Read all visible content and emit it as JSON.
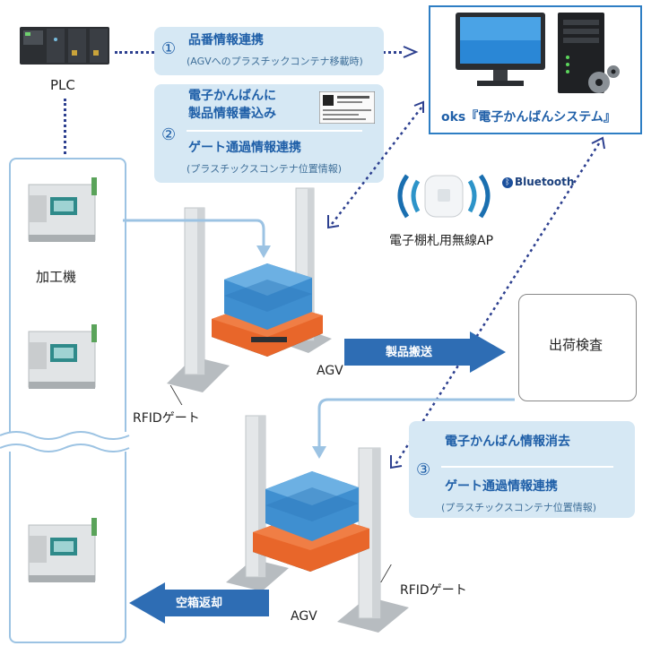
{
  "plc": {
    "label": "PLC"
  },
  "machines": {
    "label": "加工機"
  },
  "step1": {
    "num": "①",
    "title": "品番情報連携",
    "sub": "(AGVへのプラスチックコンテナ移載時)"
  },
  "step2": {
    "num": "②",
    "title_line1": "電子かんばんに",
    "title_line2": "製品情報書込み",
    "title2": "ゲート通過情報連携",
    "sub": "(プラスチックスコンテナ位置情報)"
  },
  "step3": {
    "num": "③",
    "title": "電子かんばん情報消去",
    "title2": "ゲート通過情報連携",
    "sub": "(プラスチックスコンテナ位置情報)"
  },
  "system": {
    "label": "oks『電子かんばんシステム』"
  },
  "ap": {
    "label": "電子棚札用無線AP",
    "bluetooth": "Bluetooth"
  },
  "inspection": {
    "label": "出荷検査"
  },
  "arrows": {
    "transport": "製品搬送",
    "return": "空箱返却"
  },
  "agv_top": {
    "label": "AGV",
    "gate": "RFIDゲート"
  },
  "agv_bottom": {
    "label": "AGV",
    "gate": "RFIDゲート"
  },
  "colors": {
    "accent": "#2e6db4",
    "panel": "#d6e8f4",
    "agv": "#e8662a",
    "bin": "#3f8fd0"
  }
}
